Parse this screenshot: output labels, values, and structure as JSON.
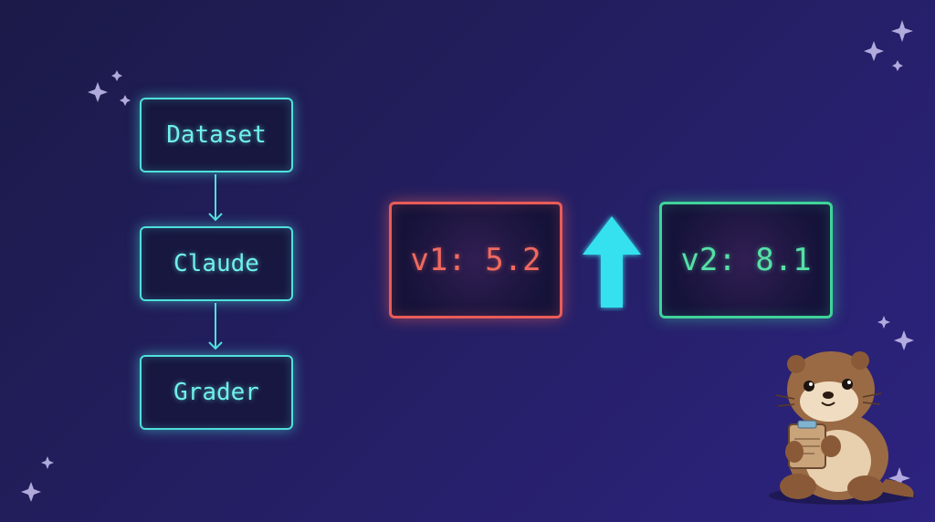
{
  "pipeline": {
    "steps": [
      "Dataset",
      "Claude",
      "Grader"
    ]
  },
  "comparison": {
    "before": "v1: 5.2",
    "after": "v2: 8.1"
  },
  "colors": {
    "pipeline": "#4fe0dc",
    "before": "#e95c58",
    "after": "#3fd39a",
    "arrow": "#36e0ef"
  },
  "icons": [
    "up-arrow-icon",
    "sparkle-icon",
    "otter-mascot"
  ]
}
